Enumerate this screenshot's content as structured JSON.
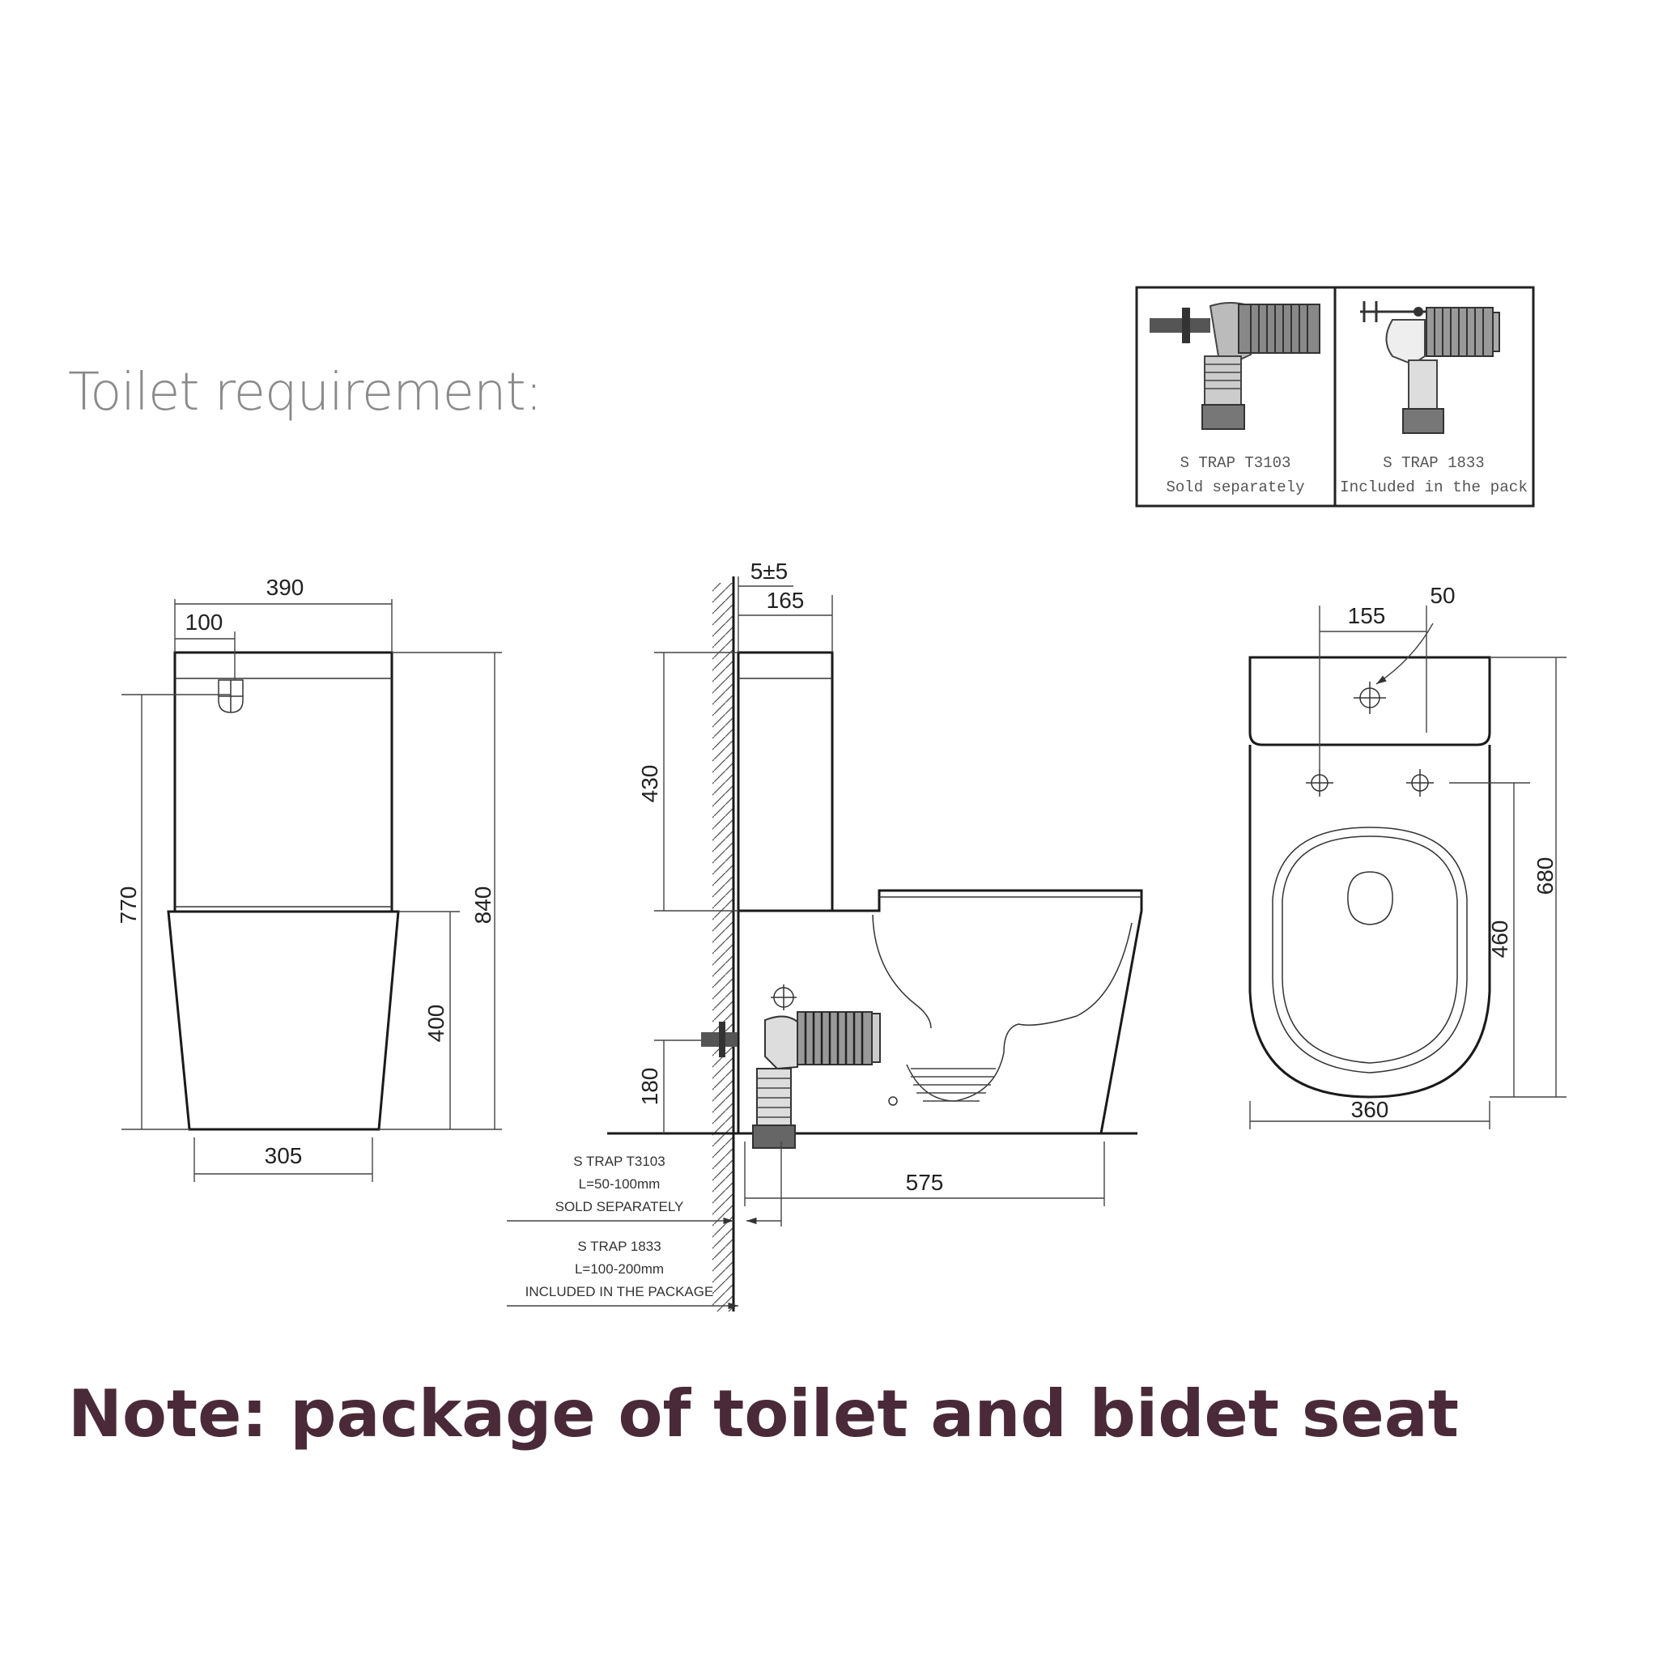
{
  "title": "Toilet requirement:",
  "note": "Note: package of toilet and bidet seat",
  "trap_panels": [
    {
      "line1": "S TRAP T3103",
      "line2": "Sold separately"
    },
    {
      "line1": "S TRAP 1833",
      "line2": "Included in the pack"
    }
  ],
  "front_view": {
    "top_width": "390",
    "button_offset": "100",
    "base_width": "305",
    "button_height": "770",
    "total_height": "840",
    "pan_height": "400"
  },
  "side_view": {
    "wall_gap": "5±5",
    "cistern_depth": "165",
    "cistern_height": "430",
    "outlet_height": "180",
    "length": "575",
    "trap_t3103": {
      "line1": "S TRAP T3103",
      "line2": "L=50-100mm",
      "line3": "SOLD SEPARATELY"
    },
    "trap_1833": {
      "line1": "S TRAP 1833",
      "line2": "L=100-200mm",
      "line3": "INCLUDED IN THE PACKAGE"
    }
  },
  "top_view": {
    "hole_offset": "155",
    "hole_diameter": "50",
    "width": "360",
    "depth": "680",
    "fixing_distance": "460"
  }
}
